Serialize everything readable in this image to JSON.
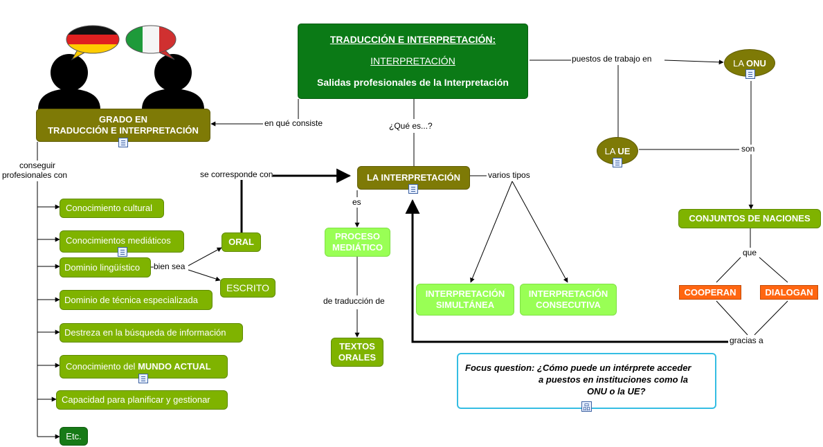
{
  "main": {
    "title": "TRADUCCIÓN E INTERPRETACIÓN:",
    "subtitle": "INTERPRETACIÓN",
    "tagline": "Salidas profesionales de la Interpretación"
  },
  "grado": {
    "line1": "GRADO EN",
    "line2": "TRADUCCIÓN E INTERPRETACIÓN"
  },
  "interpretacion": "LA INTERPRETACIÓN",
  "proceso": {
    "line1": "PROCESO",
    "line2": "MEDIÁTICO"
  },
  "textos": {
    "line1": "TEXTOS",
    "line2": "ORALES"
  },
  "simultanea": {
    "line1": "INTERPRETACIÓN",
    "line2": "SIMULTÁNEA"
  },
  "consecutiva": {
    "line1": "INTERPRETACIÓN",
    "line2": "CONSECUTIVA"
  },
  "oral": "ORAL",
  "escrito": "ESCRITO",
  "onu": {
    "prefix": "LA ",
    "bold": "ONU"
  },
  "ue": {
    "prefix": "LA ",
    "bold": "UE"
  },
  "conjuntos": "CONJUNTOS DE NACIONES",
  "cooperan": "COOPERAN",
  "dialogan": "DIALOGAN",
  "skills": [
    "Conocimiento cultural",
    "Conocimientos mediáticos",
    "Dominio lingüístico",
    "Dominio de técnica especializada",
    "Destreza en la búsqueda de información",
    "Conocimiento del ",
    "Capacidad para planificar y gestionar",
    "Etc."
  ],
  "skill_bold": "MUNDO ACTUAL",
  "links": {
    "en_que_consiste": "en qué consiste",
    "que_es": "¿Qué es...?",
    "puestos": "puestos de trabajo en",
    "son": "son",
    "conseguir1": "conseguir",
    "conseguir2": "profesionales con",
    "se_corresponde": "se corresponde con",
    "varios_tipos": "varios tipos",
    "es": "es",
    "de_traduccion": "de traducción de",
    "bien_sea": "bien sea",
    "que": "que",
    "gracias_a": "gracias a"
  },
  "focus": {
    "line1": "Focus question: ¿Cómo puede un intérprete acceder",
    "line2": "a puestos en instituciones como la",
    "line3": "ONU o la UE?"
  },
  "icons": [
    "person-icon",
    "german-flag-bubble-icon",
    "italian-flag-bubble-icon",
    "resource-document-icon",
    "concept-map-icon"
  ],
  "colors": {
    "main_green": "#0b7a16",
    "olive": "#7e7a06",
    "lime": "#7fb300",
    "pale_green": "#99ff55",
    "dark_green": "#177a17",
    "orange": "#ff6611",
    "focus_border": "#33bde3"
  }
}
